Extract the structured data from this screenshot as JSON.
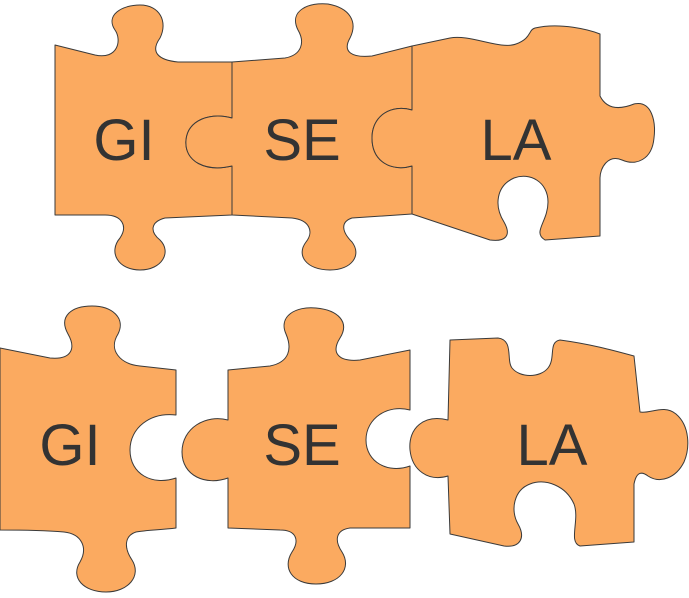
{
  "colors": {
    "piece_fill": "#FBAA60",
    "piece_outline": "#3a3a3a",
    "label_text": "#333333",
    "background": "#FFFFFF"
  },
  "assembled_row": {
    "pieces": [
      {
        "label": "GI"
      },
      {
        "label": "SE"
      },
      {
        "label": "LA"
      }
    ]
  },
  "separated_row": {
    "pieces": [
      {
        "label": "GI"
      },
      {
        "label": "SE"
      },
      {
        "label": "LA"
      }
    ]
  }
}
